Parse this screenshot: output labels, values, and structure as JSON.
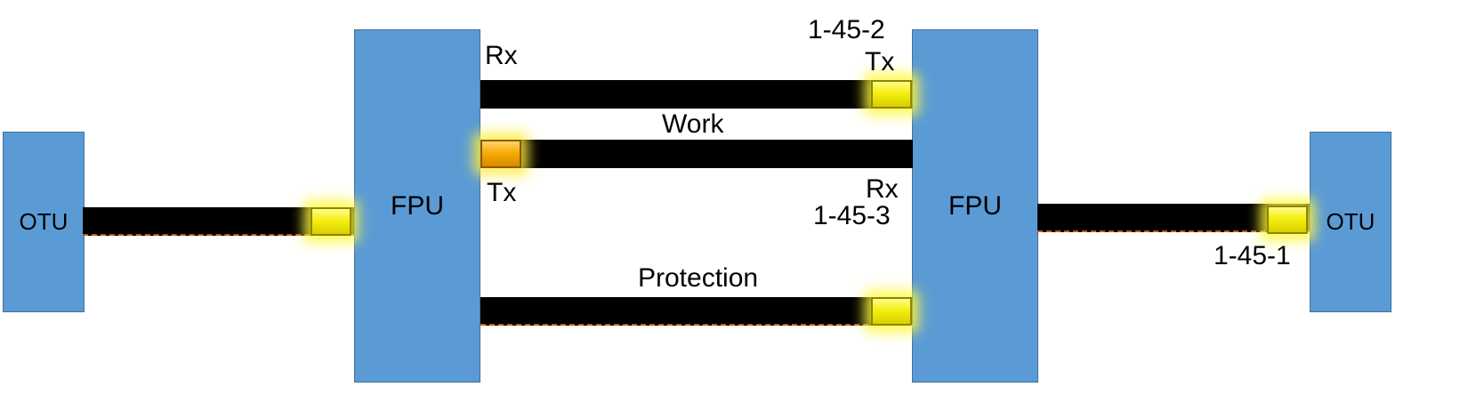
{
  "colors": {
    "box_fill": "#5b9bd5",
    "box_border": "#41719c",
    "fiber": "#000000",
    "fiber_dash": "#c55a11",
    "port_yellow": "#f5ef10",
    "port_orange": "#f5a800"
  },
  "nodes": {
    "otu_left": "OTU",
    "fpu_left": "FPU",
    "fpu_right": "FPU",
    "otu_right": "OTU"
  },
  "labels": {
    "rx_top_left": "Rx",
    "port_1_45_2": "1-45-2",
    "tx_top_right": "Tx",
    "work": "Work",
    "tx_left": "Tx",
    "rx_right": "Rx",
    "port_1_45_3": "1-45-3",
    "protection": "Protection",
    "port_1_45_1": "1-45-1"
  }
}
